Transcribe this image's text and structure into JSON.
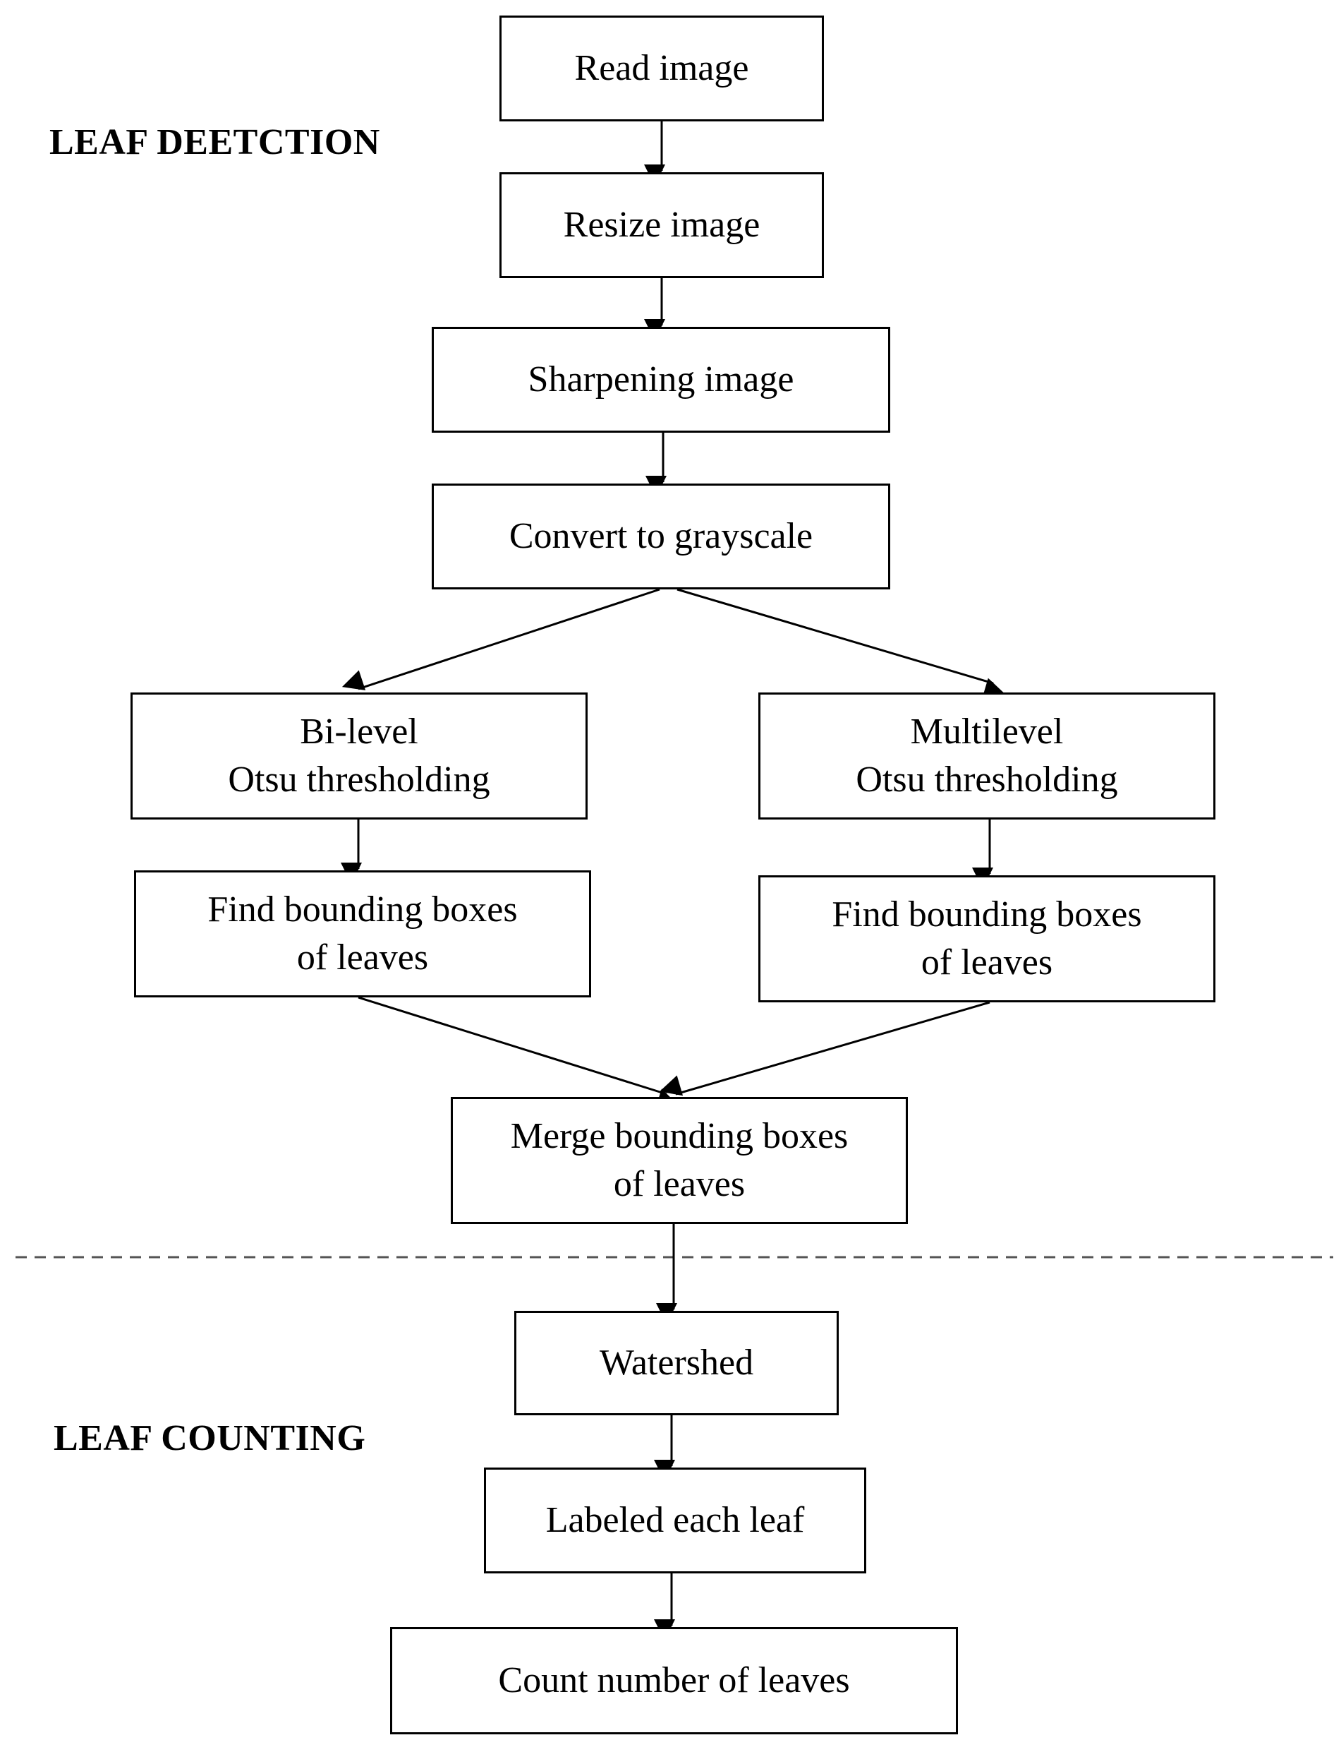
{
  "sections": {
    "detection": "LEAF DEETCTION",
    "counting": "LEAF COUNTING"
  },
  "nodes": {
    "read": "Read image",
    "resize": "Resize image",
    "sharpen": "Sharpening image",
    "grayscale": "Convert to grayscale",
    "bilevel": [
      "Bi-level",
      "Otsu thresholding"
    ],
    "multilevel": [
      "Multilevel",
      "Otsu thresholding"
    ],
    "find_left": [
      "Find bounding boxes",
      "of leaves"
    ],
    "find_right": [
      "Find bounding boxes",
      "of leaves"
    ],
    "merge": [
      "Merge bounding boxes",
      "of leaves"
    ],
    "watershed": "Watershed",
    "labeled": "Labeled each leaf",
    "count": "Count number of leaves"
  },
  "colors": {
    "line": "#000000",
    "divider": "#555555",
    "background": "#ffffff"
  }
}
